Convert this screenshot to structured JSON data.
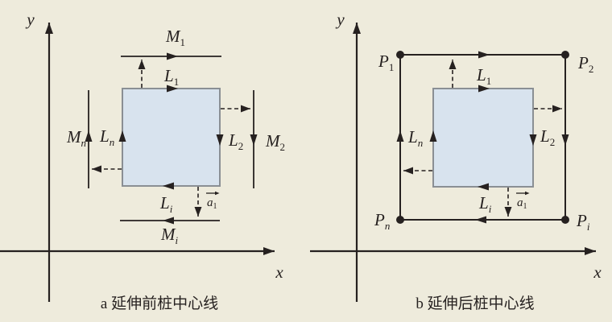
{
  "colors": {
    "background": "#eeebdc",
    "ink": "#262120",
    "square_fill": "#d8e3ee",
    "square_stroke": "#8a8f94"
  },
  "panel_a": {
    "caption": "a 延伸前桩中心线",
    "x_label": "x",
    "y_label": "y",
    "labels": {
      "M1": {
        "base": "M",
        "sub": "1"
      },
      "L1": {
        "base": "L",
        "sub": "1"
      },
      "Mn": {
        "base": "M",
        "sub": "n"
      },
      "Ln": {
        "base": "L",
        "sub": "n"
      },
      "L2": {
        "base": "L",
        "sub": "2"
      },
      "M2": {
        "base": "M",
        "sub": "2"
      },
      "Li": {
        "base": "L",
        "sub": "i"
      },
      "Mi": {
        "base": "M",
        "sub": "i"
      },
      "a1": {
        "base": "a",
        "sub": "1"
      }
    }
  },
  "panel_b": {
    "caption": "b 延伸后桩中心线",
    "x_label": "x",
    "y_label": "y",
    "labels": {
      "P1": {
        "base": "P",
        "sub": "1"
      },
      "P2": {
        "base": "P",
        "sub": "2"
      },
      "Pn": {
        "base": "P",
        "sub": "n"
      },
      "Pi": {
        "base": "P",
        "sub": "i"
      },
      "L1": {
        "base": "L",
        "sub": "1"
      },
      "Ln": {
        "base": "L",
        "sub": "n"
      },
      "L2": {
        "base": "L",
        "sub": "2"
      },
      "Li": {
        "base": "L",
        "sub": "i"
      },
      "a1": {
        "base": "a",
        "sub": "1"
      }
    }
  }
}
